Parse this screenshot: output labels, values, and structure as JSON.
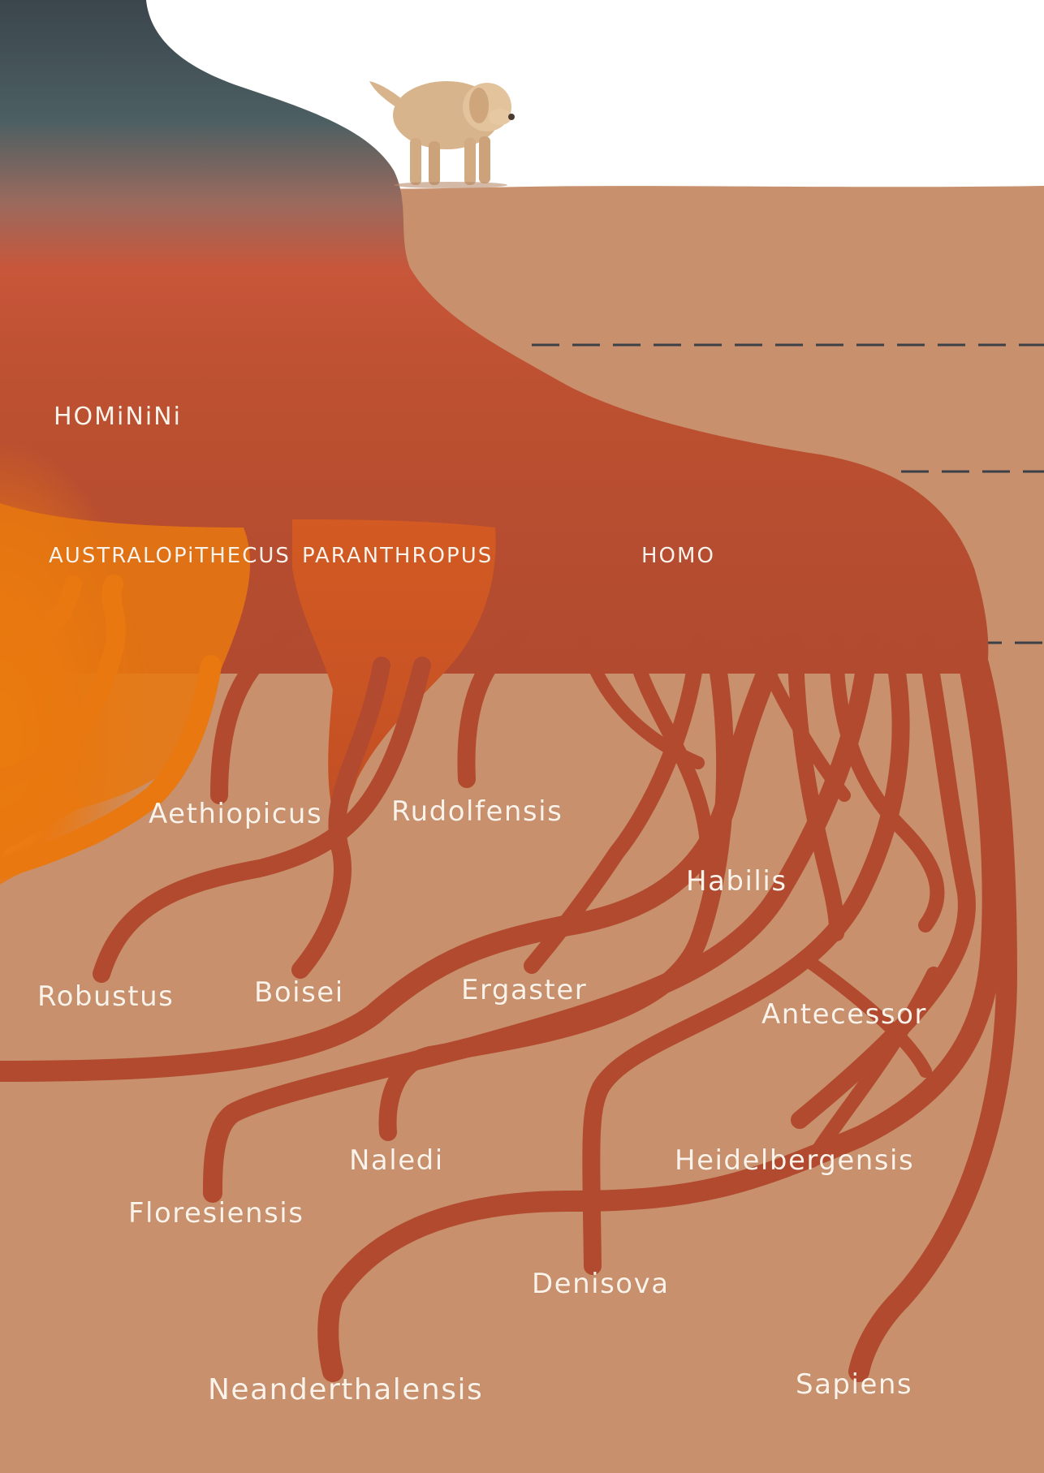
{
  "colors": {
    "sky": "#ffffff",
    "soil": "#c8906c",
    "root": "#b14a2f",
    "root_dark": "#a5402a",
    "top_gray": "#3f4a4f",
    "orange": "#e8780f",
    "label": "#fbf3ea",
    "dash": "#3c4147",
    "dog": "#d8b48c"
  },
  "labels": {
    "hominini": "HOMiNiNi",
    "australopithecus": "AUSTRALOPiTHECUS",
    "paranthropus": "PARANTHROPUS",
    "homo": "HOMO",
    "aethiopicus": "Aethiopicus",
    "rudolfensis": "Rudolfensis",
    "habilis": "Habilis",
    "robustus": "Robustus",
    "boisei": "Boisei",
    "ergaster": "Ergaster",
    "antecessor": "Antecessor",
    "naledi": "Naledi",
    "heidelbergensis": "Heidelbergensis",
    "floresiensis": "Floresiensis",
    "denisova": "Denisova",
    "neanderthalensis": "Neanderthalensis",
    "sapiens": "Sapiens"
  },
  "icons": {
    "dog": "dog-illustration"
  }
}
